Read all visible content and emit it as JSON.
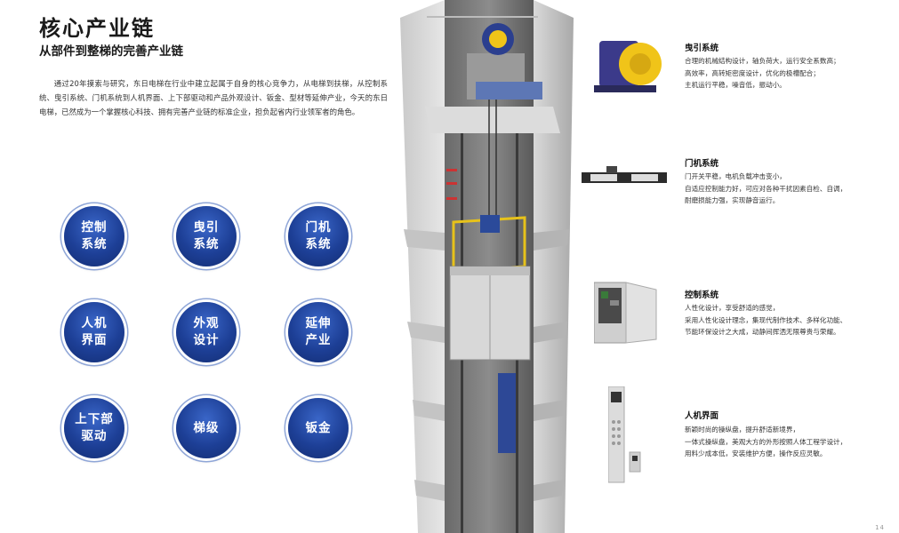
{
  "header": {
    "title": "核心产业链",
    "subtitle": "从部件到整梯的完善产业链"
  },
  "intro": "通过20年摸索与研究，东日电梯在行业中建立起属于自身的核心竞争力，从电梯到扶梯，从控制系统、曳引系统、门机系统到人机界面、上下部驱动和产品外观设计、钣金、型材等延伸产业，今天的东日电梯，已然成为一个掌握核心科技、拥有完善产业链的标准企业，担负起省内行业领军者的角色。",
  "circles": [
    {
      "label": "控制\n系统"
    },
    {
      "label": "曳引\n系统"
    },
    {
      "label": "门机\n系统"
    },
    {
      "label": "人机\n界面"
    },
    {
      "label": "外观\n设计"
    },
    {
      "label": "延伸\n产业"
    },
    {
      "label": "上下部\n驱动"
    },
    {
      "label": "梯级"
    },
    {
      "label": "钣金"
    }
  ],
  "components": {
    "traction": {
      "title": "曳引系统",
      "lines": [
        "合理的机械结构设计，轴负荷大，运行安全系数高；",
        "高效率，高转矩密度设计，优化的极槽配合；",
        "主机运行平稳，噪音低，振动小。"
      ]
    },
    "door": {
      "title": "门机系统",
      "lines": [
        "门开关平稳，电机负载冲击变小，",
        "自适应控制能力好，可应对各种干扰因素自检、自调，",
        "耐磨损能力强，实现静音运行。"
      ]
    },
    "control": {
      "title": "控制系统",
      "lines": [
        "人性化设计，享受舒适的感觉，",
        "采用人性化设计理念，集现代制作技术、多样化功能、",
        "节能环保设计之大成，动静间挥洒无限尊贵与荣耀。"
      ]
    },
    "hmi": {
      "title": "人机界面",
      "lines": [
        "新颖时尚的操纵盘，提升舒适新境界，",
        "一体式操纵盘，美观大方的外形按照人体工程学设计，",
        "用料少成本低，安装维护方便，操作反应灵敏。"
      ]
    }
  },
  "page_number": "14"
}
